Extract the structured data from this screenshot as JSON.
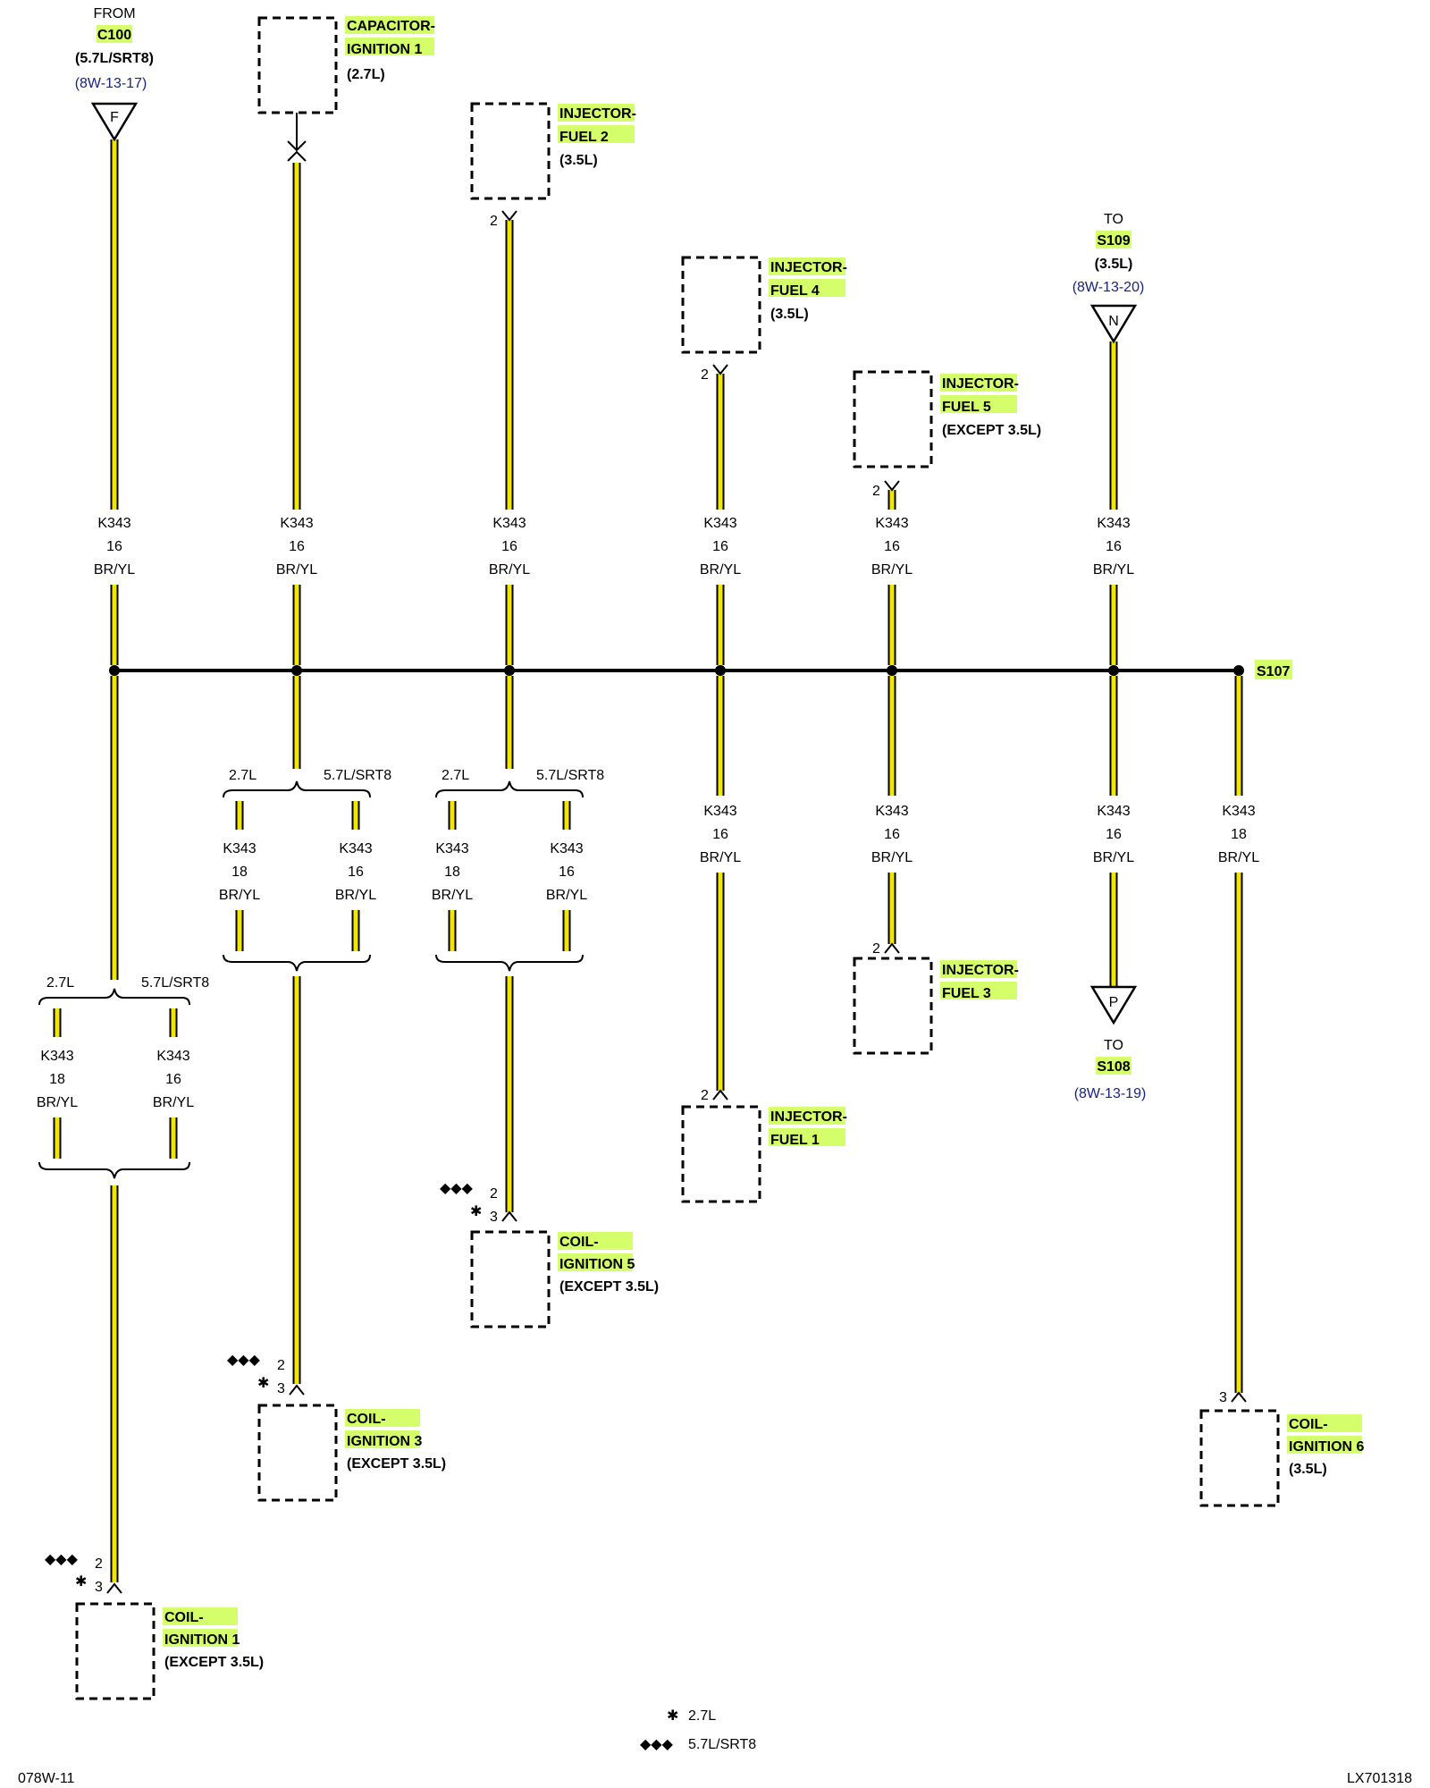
{
  "from_c100": {
    "heading": "FROM",
    "name": "C100",
    "qualifier": "(5.7L/SRT8)",
    "ref": "(8W-13-17)",
    "arrow": "F"
  },
  "to_s109": {
    "heading": "TO",
    "name": "S109",
    "qualifier": "(3.5L)",
    "ref": "(8W-13-20)",
    "arrow": "N"
  },
  "to_s108": {
    "heading": "TO",
    "name": "S108",
    "ref": "(8W-13-19)",
    "arrow": "P"
  },
  "splice": {
    "name": "S107"
  },
  "components": {
    "capacitor_ignition_1": {
      "line1": "CAPACITOR-",
      "line2": "IGNITION 1",
      "qualifier": "(2.7L)"
    },
    "injector_fuel_2": {
      "line1": "INJECTOR-",
      "line2": "FUEL 2",
      "qualifier": "(3.5L)",
      "pin": "2"
    },
    "injector_fuel_4": {
      "line1": "INJECTOR-",
      "line2": "FUEL 4",
      "qualifier": "(3.5L)",
      "pin": "2"
    },
    "injector_fuel_5": {
      "line1": "INJECTOR-",
      "line2": "FUEL 5",
      "qualifier": "(EXCEPT 3.5L)",
      "pin": "2"
    },
    "injector_fuel_3": {
      "line1": "INJECTOR-",
      "line2": "FUEL 3",
      "pin": "2"
    },
    "injector_fuel_1": {
      "line1": "INJECTOR-",
      "line2": "FUEL 1",
      "pin": "2"
    },
    "coil_ignition_5": {
      "line1": "COIL-",
      "line2": "IGNITION 5",
      "qualifier": "(EXCEPT 3.5L)",
      "pin_a": "2",
      "pin_b": "3"
    },
    "coil_ignition_3": {
      "line1": "COIL-",
      "line2": "IGNITION 3",
      "qualifier": "(EXCEPT 3.5L)",
      "pin_a": "2",
      "pin_b": "3"
    },
    "coil_ignition_1": {
      "line1": "COIL-",
      "line2": "IGNITION 1",
      "qualifier": "(EXCEPT 3.5L)",
      "pin_a": "2",
      "pin_b": "3"
    },
    "coil_ignition_6": {
      "line1": "COIL-",
      "line2": "IGNITION 6",
      "qualifier": "(3.5L)",
      "pin": "3"
    }
  },
  "wire": {
    "circuit": "K343",
    "gauge_16": "16",
    "gauge_18": "18",
    "color": "BR/YL"
  },
  "variants": {
    "v27": "2.7L",
    "v57": "5.7L/SRT8"
  },
  "legend": {
    "star_symbol": "✱",
    "star_label": "2.7L",
    "diamond_symbol": "◆◆◆",
    "diamond_label": "5.7L/SRT8"
  },
  "footer": {
    "left": "078W-11",
    "right": "LX701318"
  },
  "colors": {
    "wire_fill": "#f2e600",
    "highlight": "#d4ff6a",
    "reference_text": "#1a237e"
  }
}
